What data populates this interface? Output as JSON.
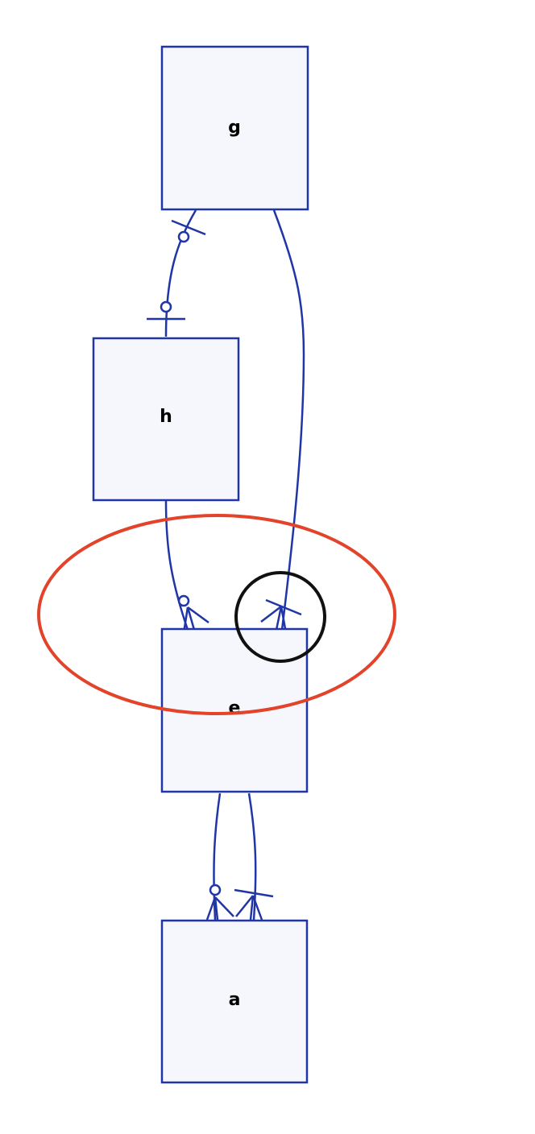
{
  "entities": {
    "g": {
      "label": "g"
    },
    "h": {
      "label": "h"
    },
    "e": {
      "label": "e"
    },
    "a": {
      "label": "a"
    }
  },
  "relationships": [
    {
      "from": "g",
      "to": "h",
      "from_end": "zero-or-one",
      "to_end": "zero-or-one"
    },
    {
      "from": "g",
      "to": "e",
      "from_end": "none",
      "to_end": "one-or-many"
    },
    {
      "from": "h",
      "to": "e",
      "from_end": "none",
      "to_end": "zero-or-many"
    },
    {
      "from": "e",
      "to": "a",
      "from_end": "none",
      "to_end": "zero-or-many"
    },
    {
      "from": "e",
      "to": "a",
      "from_end": "none",
      "to_end": "one-or-many"
    }
  ],
  "annotations": {
    "ellipse_color": "#e2432a",
    "circle_color": "#111111"
  },
  "colors": {
    "line": "#2136a6",
    "entity_fill": "#f6f7fc"
  }
}
